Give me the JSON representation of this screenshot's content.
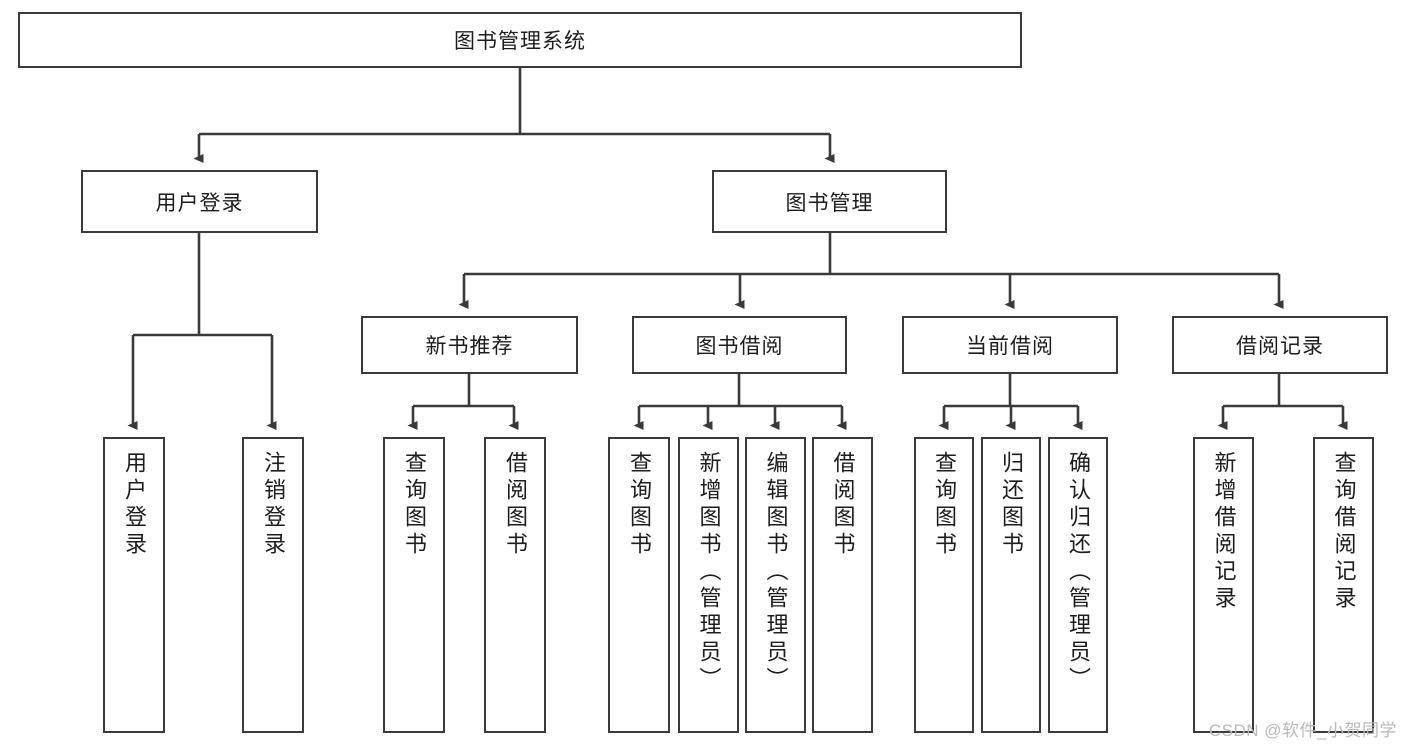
{
  "diagram": {
    "title": "图书管理系统",
    "type": "hierarchy-tree",
    "watermark": "CSDN @软件_小贺同学",
    "colors": {
      "box_border": "#3a3a3a",
      "box_fill": "#ffffff",
      "edge": "#3a3a3a",
      "text": "#1d1d1d",
      "watermark": "#b9b9b9"
    },
    "root": {
      "label": "图书管理系统"
    },
    "level2": [
      {
        "label": "用户登录"
      },
      {
        "label": "图书管理"
      }
    ],
    "level3": [
      {
        "label": "新书推荐"
      },
      {
        "label": "图书借阅"
      },
      {
        "label": "当前借阅"
      },
      {
        "label": "借阅记录"
      }
    ],
    "leaves": {
      "user_login": [
        {
          "label": "用户登录"
        },
        {
          "label": "注销登录"
        }
      ],
      "new_book_recommend": [
        {
          "label": "查询图书"
        },
        {
          "label": "借阅图书"
        }
      ],
      "book_borrow": [
        {
          "label": "查询图书"
        },
        {
          "label": "新增图书（管理员）"
        },
        {
          "label": "编辑图书（管理员）"
        },
        {
          "label": "借阅图书"
        }
      ],
      "current_borrow": [
        {
          "label": "查询图书"
        },
        {
          "label": "归还图书"
        },
        {
          "label": "确认归还（管理员）"
        }
      ],
      "borrow_record": [
        {
          "label": "新增借阅记录"
        },
        {
          "label": "查询借阅记录"
        }
      ]
    }
  }
}
